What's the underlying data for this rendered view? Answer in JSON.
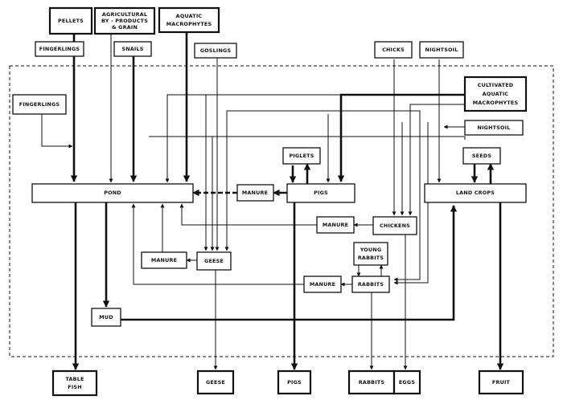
{
  "labels": {
    "pellets": "PELLETS",
    "agri_1": "AGRICULTURAL",
    "agri_2": "BY - PRODUCTS",
    "agri_3": "& GRAIN",
    "aquatic_1": "AQUATIC",
    "aquatic_2": "MACROPHYTES",
    "fingerlings_top": "FINGERLINGS",
    "snails": "SNAILS",
    "goslings": "GOSLINGS",
    "chicks": "CHICKS",
    "nightsoil_top": "NIGHTSOIL",
    "fingerlings_left": "FINGERLINGS",
    "cultivated_1": "CULTIVATED",
    "cultivated_2": "AQUATIC",
    "cultivated_3": "MACROPHYTES",
    "nightsoil_right": "NIGHTSOIL",
    "piglets": "PIGLETS",
    "seeds": "SEEDS",
    "pond": "POND",
    "manure_pigs": "MANURE",
    "pigs": "PIGS",
    "land_crops": "LAND CROPS",
    "manure_chickens": "MANURE",
    "chickens": "CHICKENS",
    "manure_geese": "MANURE",
    "geese": "GEESE",
    "young_1": "YOUNG",
    "young_2": "RABBITS",
    "manure_rabbits": "MANURE",
    "rabbits": "RABBITS",
    "mud": "MUD",
    "out_fish_1": "TABLE",
    "out_fish_2": "FISH",
    "out_geese": "GEESE",
    "out_pigs": "PIGS",
    "out_rabbits": "RABBITS",
    "out_eggs": "EGGS",
    "out_fruit": "FRUIT"
  }
}
